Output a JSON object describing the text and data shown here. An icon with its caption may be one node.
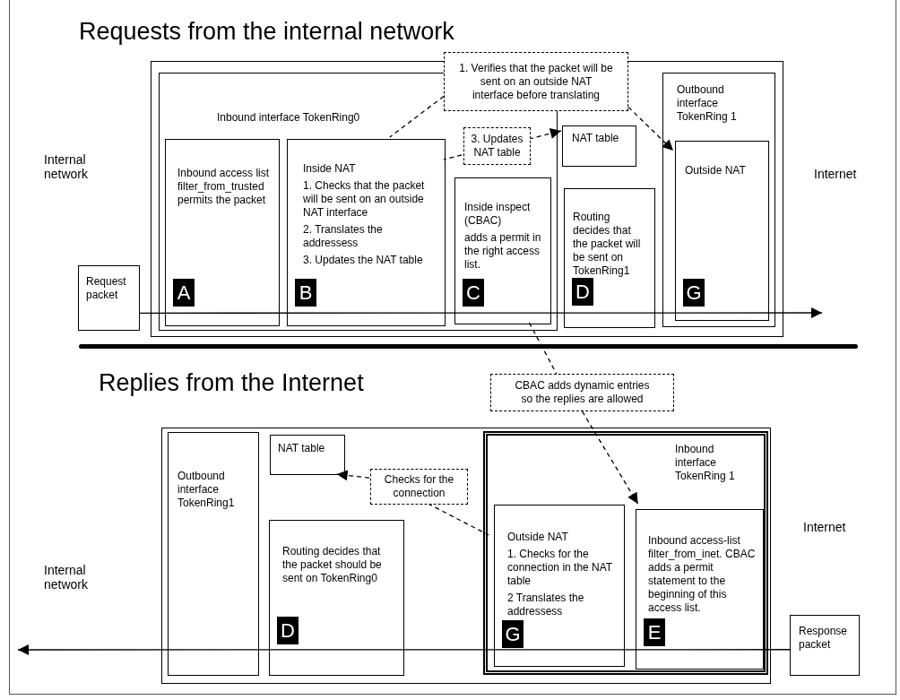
{
  "diagram": {
    "nodes": [
      {
        "text": [],
        "shape": "box"
      },
      {
        "text": [
          "Inbound interface TokenRing0"
        ],
        "in": 0
      },
      {
        "text": [
          "Inbound access list filter_from_trusted permits the packet",
          "A"
        ],
        "in": 1
      },
      {
        "text": [
          "Inside NAT",
          "1. Checks that the packet will be sent on an outside NAT interface",
          "2. Translates the addressess",
          "3. Updates the NAT table",
          "B"
        ],
        "in": 1
      },
      {
        "text": [
          "Inside inspect (CBAC)",
          "adds a permit in the right access list.",
          "C"
        ],
        "in": 1
      },
      {
        "text": [
          "NAT table"
        ],
        "in": 0
      },
      {
        "text": [
          "Routing decides that the packet will be sent on TokenRing1",
          "D"
        ],
        "in": 0
      },
      {
        "text": [
          "Outbound interface TokenRing 1"
        ],
        "in": 0
      },
      {
        "text": [
          "Outside NAT",
          "G"
        ],
        "in": 7
      },
      {
        "text": [
          "1. Verifies that the packet will be sent on an outside NAT interface before translating"
        ]
      },
      {
        "text": [
          "3. Updates NAT table"
        ],
        "in": 1
      },
      {
        "text": [
          "Request packet"
        ]
      },
      {
        "text": [
          "CBAC adds dynamic entries so the replies are allowed"
        ]
      },
      {
        "text": [],
        "shape": "box"
      },
      {
        "text": [
          "Outbound interface TokenRing1"
        ],
        "in": 13
      },
      {
        "text": [
          "NAT table"
        ],
        "in": 13
      },
      {
        "text": [
          "Routing decides that the packet should be sent on TokenRing0",
          "D"
        ],
        "in": 13
      },
      {
        "text": [
          "Checks for the connection"
        ],
        "in": 13
      },
      {
        "text": [
          "Inbound interface TokenRing 1"
        ],
        "in": 13
      },
      {
        "text": [
          "Outside NAT",
          "1. Checks for the connection in the NAT table",
          "2 Translates the addressess",
          "G"
        ],
        "in": 18
      },
      {
        "text": [
          "Inbound access-list filter_from_inet. CBAC adds a permit statement to the beginning of this access list.",
          "E"
        ],
        "in": 18
      },
      {
        "text": [
          "Response packet"
        ]
      }
    ],
    "edges": [
      {
        "from": 9,
        "to": 3,
        "arrow": "none",
        "style": "dashed"
      },
      {
        "from": 9,
        "to": 8,
        "arrow": "to",
        "style": "dashed"
      },
      {
        "from": 10,
        "to": 3,
        "arrow": "none",
        "style": "dashed"
      },
      {
        "from": 10,
        "to": 5,
        "arrow": "to",
        "style": "dashed"
      },
      {
        "from": 11,
        "to": null,
        "arrow": "to"
      },
      {
        "from": 4,
        "to": 12,
        "arrow": "none",
        "style": "dashed"
      },
      {
        "from": 12,
        "to": 20,
        "arrow": "to",
        "style": "dashed"
      },
      {
        "from": 17,
        "to": 15,
        "arrow": "to",
        "style": "dashed"
      },
      {
        "from": 17,
        "to": 19,
        "arrow": "none",
        "style": "dashed"
      },
      {
        "from": 21,
        "to": null,
        "arrow": "to"
      }
    ],
    "labels": [
      "Requests from the internal network",
      "Internal network",
      "Internet",
      "Replies from the Internet",
      "Internal network",
      "Internet"
    ]
  }
}
